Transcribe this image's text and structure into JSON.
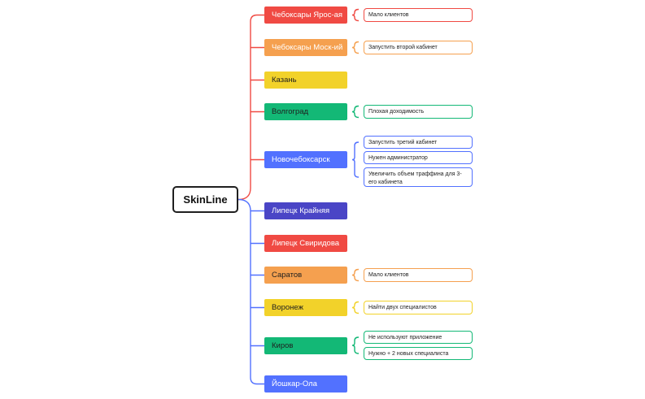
{
  "root": {
    "label": "SkinLine"
  },
  "colors": {
    "red": "#f04a43",
    "orange": "#f5a04f",
    "yellow": "#f2d22a",
    "green": "#13b876",
    "blue": "#5271ff",
    "indigo": "#4a45c6"
  },
  "branches": [
    {
      "label": "Чебоксары Ярос-ая",
      "color": "#f04a43",
      "notes": [
        "Мало клиентов"
      ]
    },
    {
      "label": "Чебоксары Моск-ий",
      "color": "#f5a04f",
      "notes": [
        "Запустить второй кабинет"
      ]
    },
    {
      "label": "Казань",
      "color": "#f2d22a",
      "notes": []
    },
    {
      "label": "Волгоград",
      "color": "#13b876",
      "notes": [
        "Плохая доходимость"
      ]
    },
    {
      "label": "Новочебоксарск",
      "color": "#5271ff",
      "notes": [
        "Запустить третий кабинет",
        "Нужен администратор",
        "Увеличить объем траффина для 3-его кабинета"
      ]
    },
    {
      "label": "Липецк Крайняя",
      "color": "#4a45c6",
      "notes": []
    },
    {
      "label": "Липецк Свиридова",
      "color": "#f04a43",
      "notes": []
    },
    {
      "label": "Саратов",
      "color": "#f5a04f",
      "notes": [
        "Мало клиентов"
      ]
    },
    {
      "label": "Воронеж",
      "color": "#f2d22a",
      "notes": [
        "Найти двух специалистов"
      ]
    },
    {
      "label": "Киров",
      "color": "#13b876",
      "notes": [
        "Не используют приложение",
        "Нужно + 2 новых специалиста"
      ]
    },
    {
      "label": "Йошкар-Ола",
      "color": "#5271ff",
      "notes": []
    }
  ]
}
